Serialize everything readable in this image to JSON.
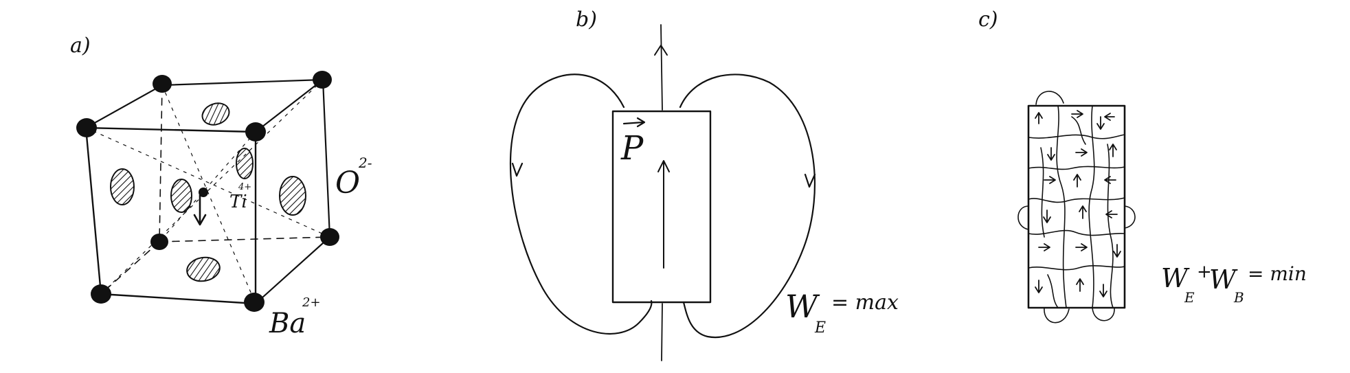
{
  "panels": [
    {
      "label": "a)"
    },
    {
      "label": "b)"
    },
    {
      "label": "c)"
    }
  ],
  "panel_a": {
    "ion_ti": "Ti",
    "ion_ti_charge": "4+",
    "ion_o": "O",
    "ion_o_charge": "2-",
    "ion_ba": "Ba",
    "ion_ba_charge": "2+"
  },
  "panel_b": {
    "vector_symbol": "P",
    "energy_w": "W",
    "energy_sub": "E",
    "energy_rest": "= max"
  },
  "panel_c": {
    "w1": "W",
    "w1_sub": "E",
    "plus": "+",
    "w2": "W",
    "w2_sub": "B",
    "rest": "= min"
  },
  "colors": {
    "ink": "#111111",
    "background": "#ffffff"
  }
}
